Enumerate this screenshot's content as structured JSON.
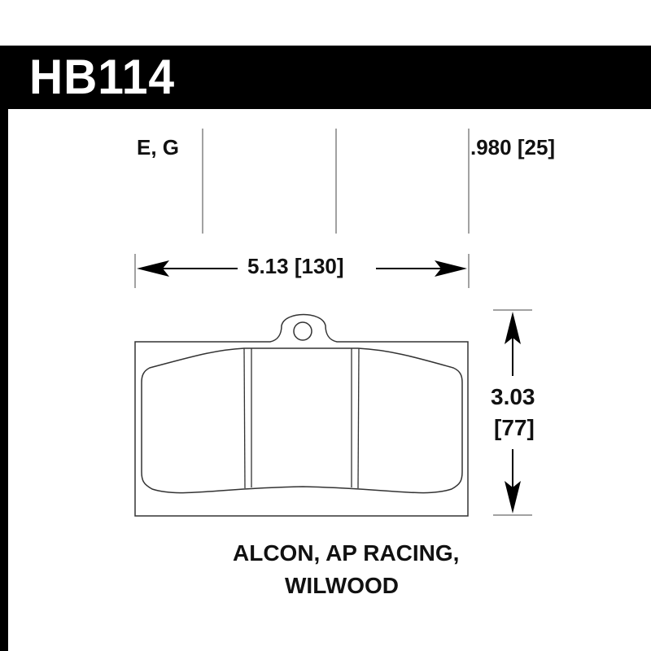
{
  "header": {
    "part_number": "HB114"
  },
  "specs": {
    "compounds": "E, G",
    "thickness": ".980 [25]",
    "width": "5.13 [130]",
    "height_in": "3.03",
    "height_mm": "[77]"
  },
  "fitment": {
    "line1": "ALCON, AP RACING,",
    "line2": "WILWOOD"
  }
}
